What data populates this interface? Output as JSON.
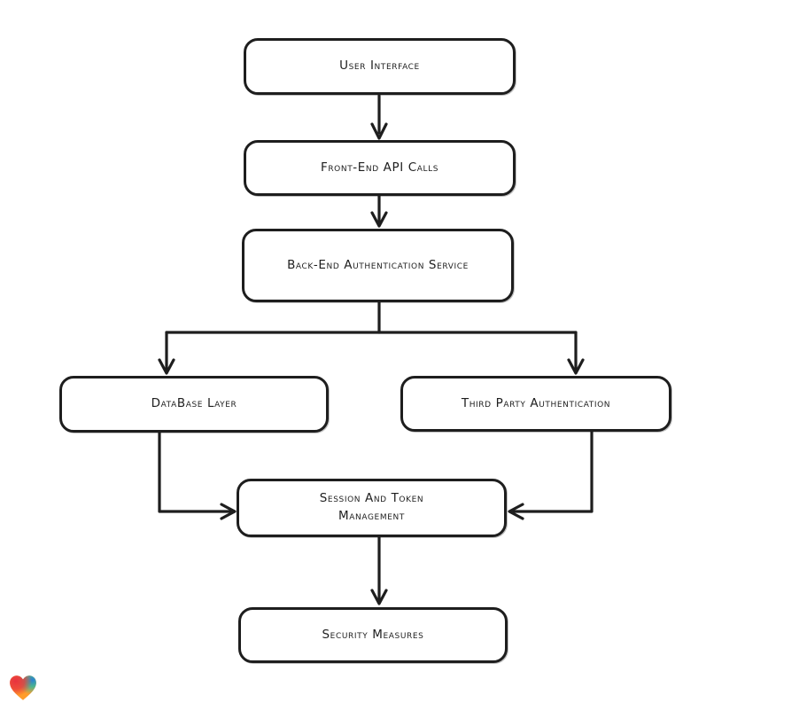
{
  "page": {
    "background": "#ffffff",
    "stroke_color": "#1e1e1e"
  },
  "diagram": {
    "type": "flowchart",
    "style": "hand-drawn",
    "nodes": [
      {
        "id": "user-interface",
        "label": "User Interface"
      },
      {
        "id": "front-end-api-calls",
        "label": "Front-End API Calls"
      },
      {
        "id": "back-end-auth-service",
        "label": "Back-End Authentication Service"
      },
      {
        "id": "database-layer",
        "label": "DataBase Layer"
      },
      {
        "id": "third-party-authentication",
        "label": "Third Party Authentication"
      },
      {
        "id": "session-token-management",
        "label": "Session And Token Management"
      },
      {
        "id": "security-measures",
        "label": "Security Measures"
      }
    ],
    "edges": [
      {
        "from": "user-interface",
        "to": "front-end-api-calls",
        "arrow": "down"
      },
      {
        "from": "front-end-api-calls",
        "to": "back-end-auth-service",
        "arrow": "down"
      },
      {
        "from": "back-end-auth-service",
        "to": "database-layer",
        "arrow": "down-branch-left"
      },
      {
        "from": "back-end-auth-service",
        "to": "third-party-authentication",
        "arrow": "down-branch-right"
      },
      {
        "from": "database-layer",
        "to": "session-token-management",
        "arrow": "right"
      },
      {
        "from": "third-party-authentication",
        "to": "session-token-management",
        "arrow": "left"
      },
      {
        "from": "session-token-management",
        "to": "security-measures",
        "arrow": "down"
      }
    ]
  },
  "logo": {
    "shape": "heart",
    "colors": {
      "red": "#e8333f",
      "teal": "#2cb9a0",
      "blue": "#2a7fd4",
      "orange": "#ff9c2a"
    }
  }
}
